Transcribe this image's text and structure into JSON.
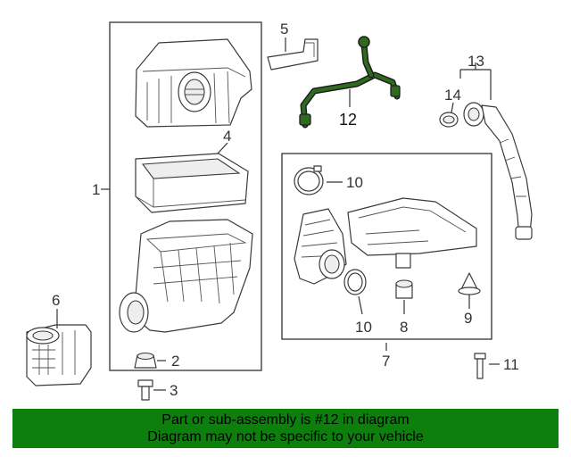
{
  "callouts": {
    "c1": "1",
    "c2": "2",
    "c3": "3",
    "c4": "4",
    "c5": "5",
    "c6": "6",
    "c7": "7",
    "c8": "8",
    "c9": "9",
    "c10a": "10",
    "c10b": "10",
    "c11": "11",
    "c12": "12",
    "c13": "13",
    "c14": "14"
  },
  "banner": {
    "line1": "Part or sub-assembly is #12 in diagram",
    "line2": "Diagram may not be specific to your vehicle"
  },
  "colors": {
    "banner_bg": "#0d7f0d",
    "highlight_part": "#2e6b1e"
  }
}
